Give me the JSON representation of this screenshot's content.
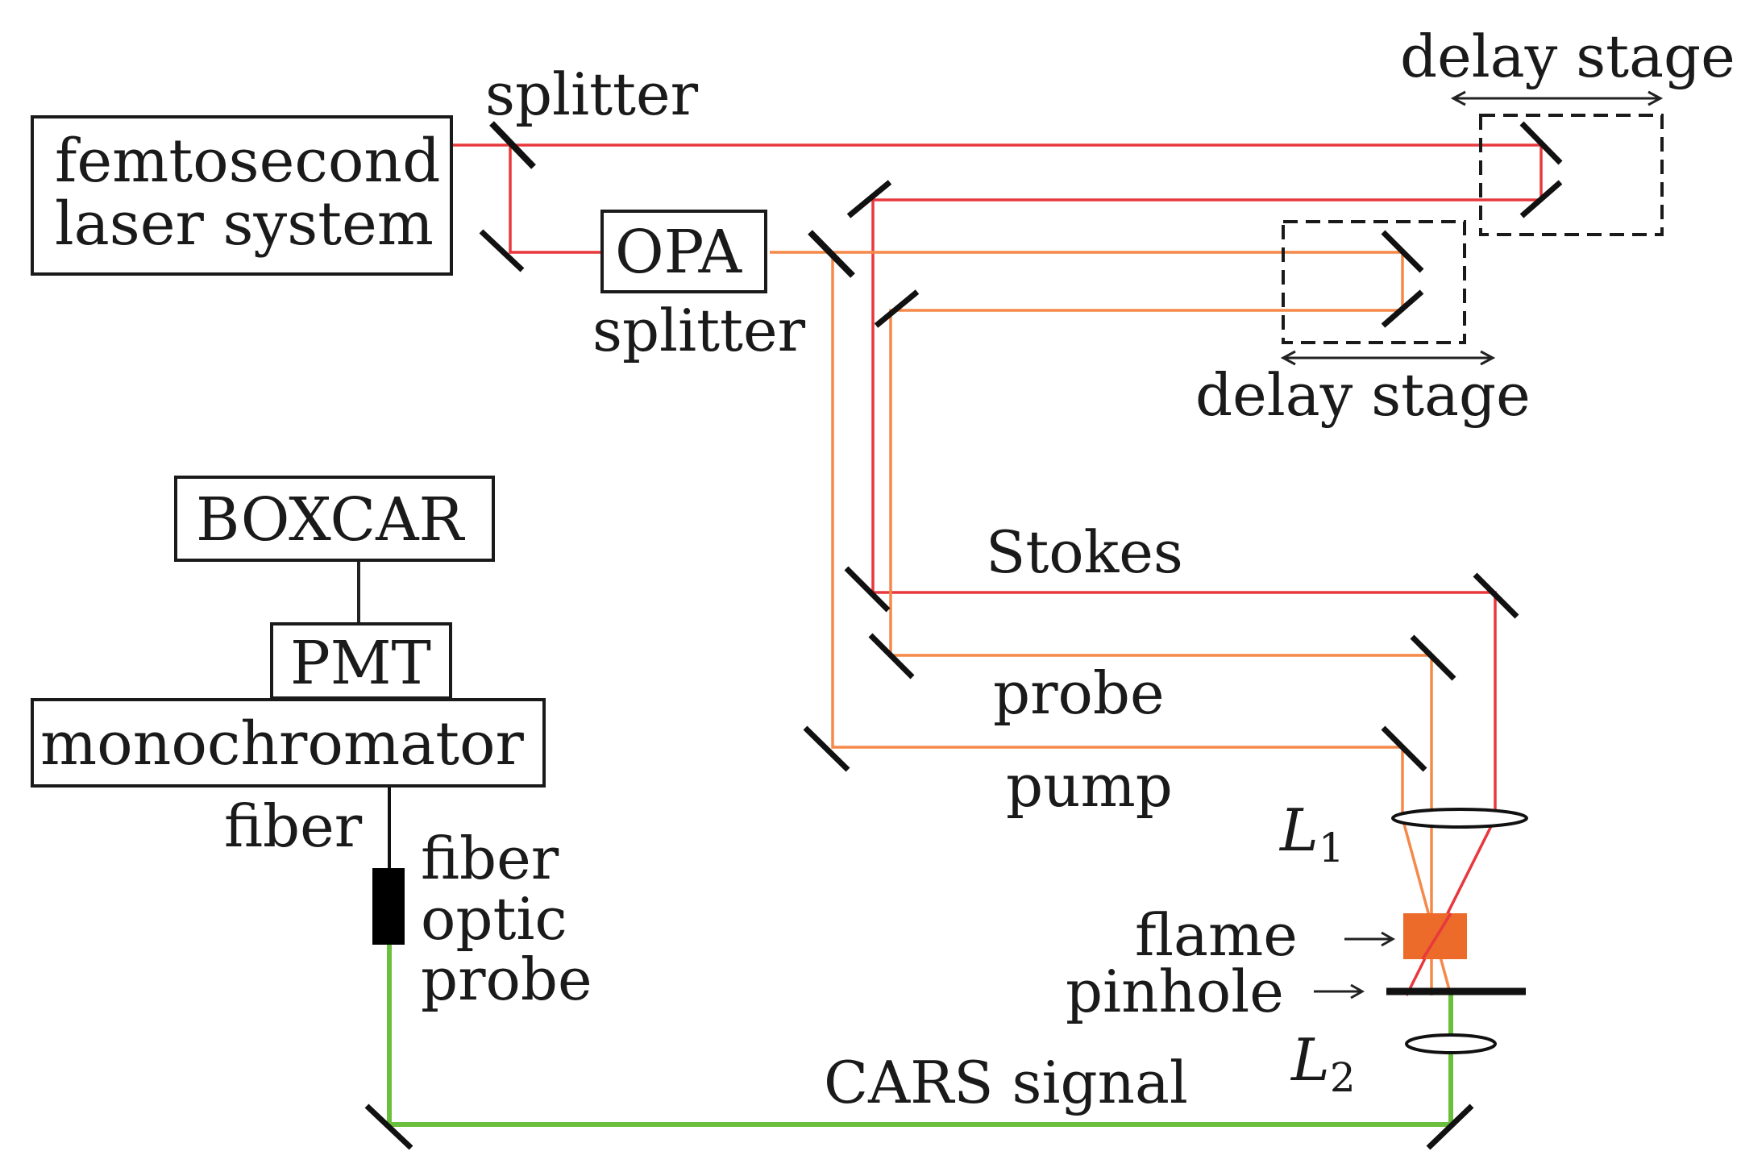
{
  "labels": {
    "laser_line1": "femtosecond",
    "laser_line2": "laser system",
    "splitter_top": "splitter",
    "opa": "OPA",
    "splitter_opa": "splitter",
    "delay_stage_top": "delay stage",
    "delay_stage_mid": "delay stage",
    "boxcar": "BOXCAR",
    "pmt": "PMT",
    "monochromator": "monochromator",
    "fiber": "fiber",
    "fiber_probe_line1": "fiber",
    "fiber_probe_line2": "optic",
    "fiber_probe_line3": "probe",
    "stokes": "Stokes",
    "probe": "probe",
    "pump": "pump",
    "lens1": "L",
    "lens1_sub": "1",
    "lens2": "L",
    "lens2_sub": "2",
    "flame": "flame",
    "pinhole": "pinhole",
    "cars_signal": "CARS signal"
  },
  "colors": {
    "laser_beam": "#e8383d",
    "opa_beam": "#f5894a",
    "splitter": "#a35aa8",
    "cars_signal": "#6abf3c",
    "flame": "#ec6a2a",
    "fiber_probe": "#000000",
    "ink": "#1a1a1a"
  }
}
